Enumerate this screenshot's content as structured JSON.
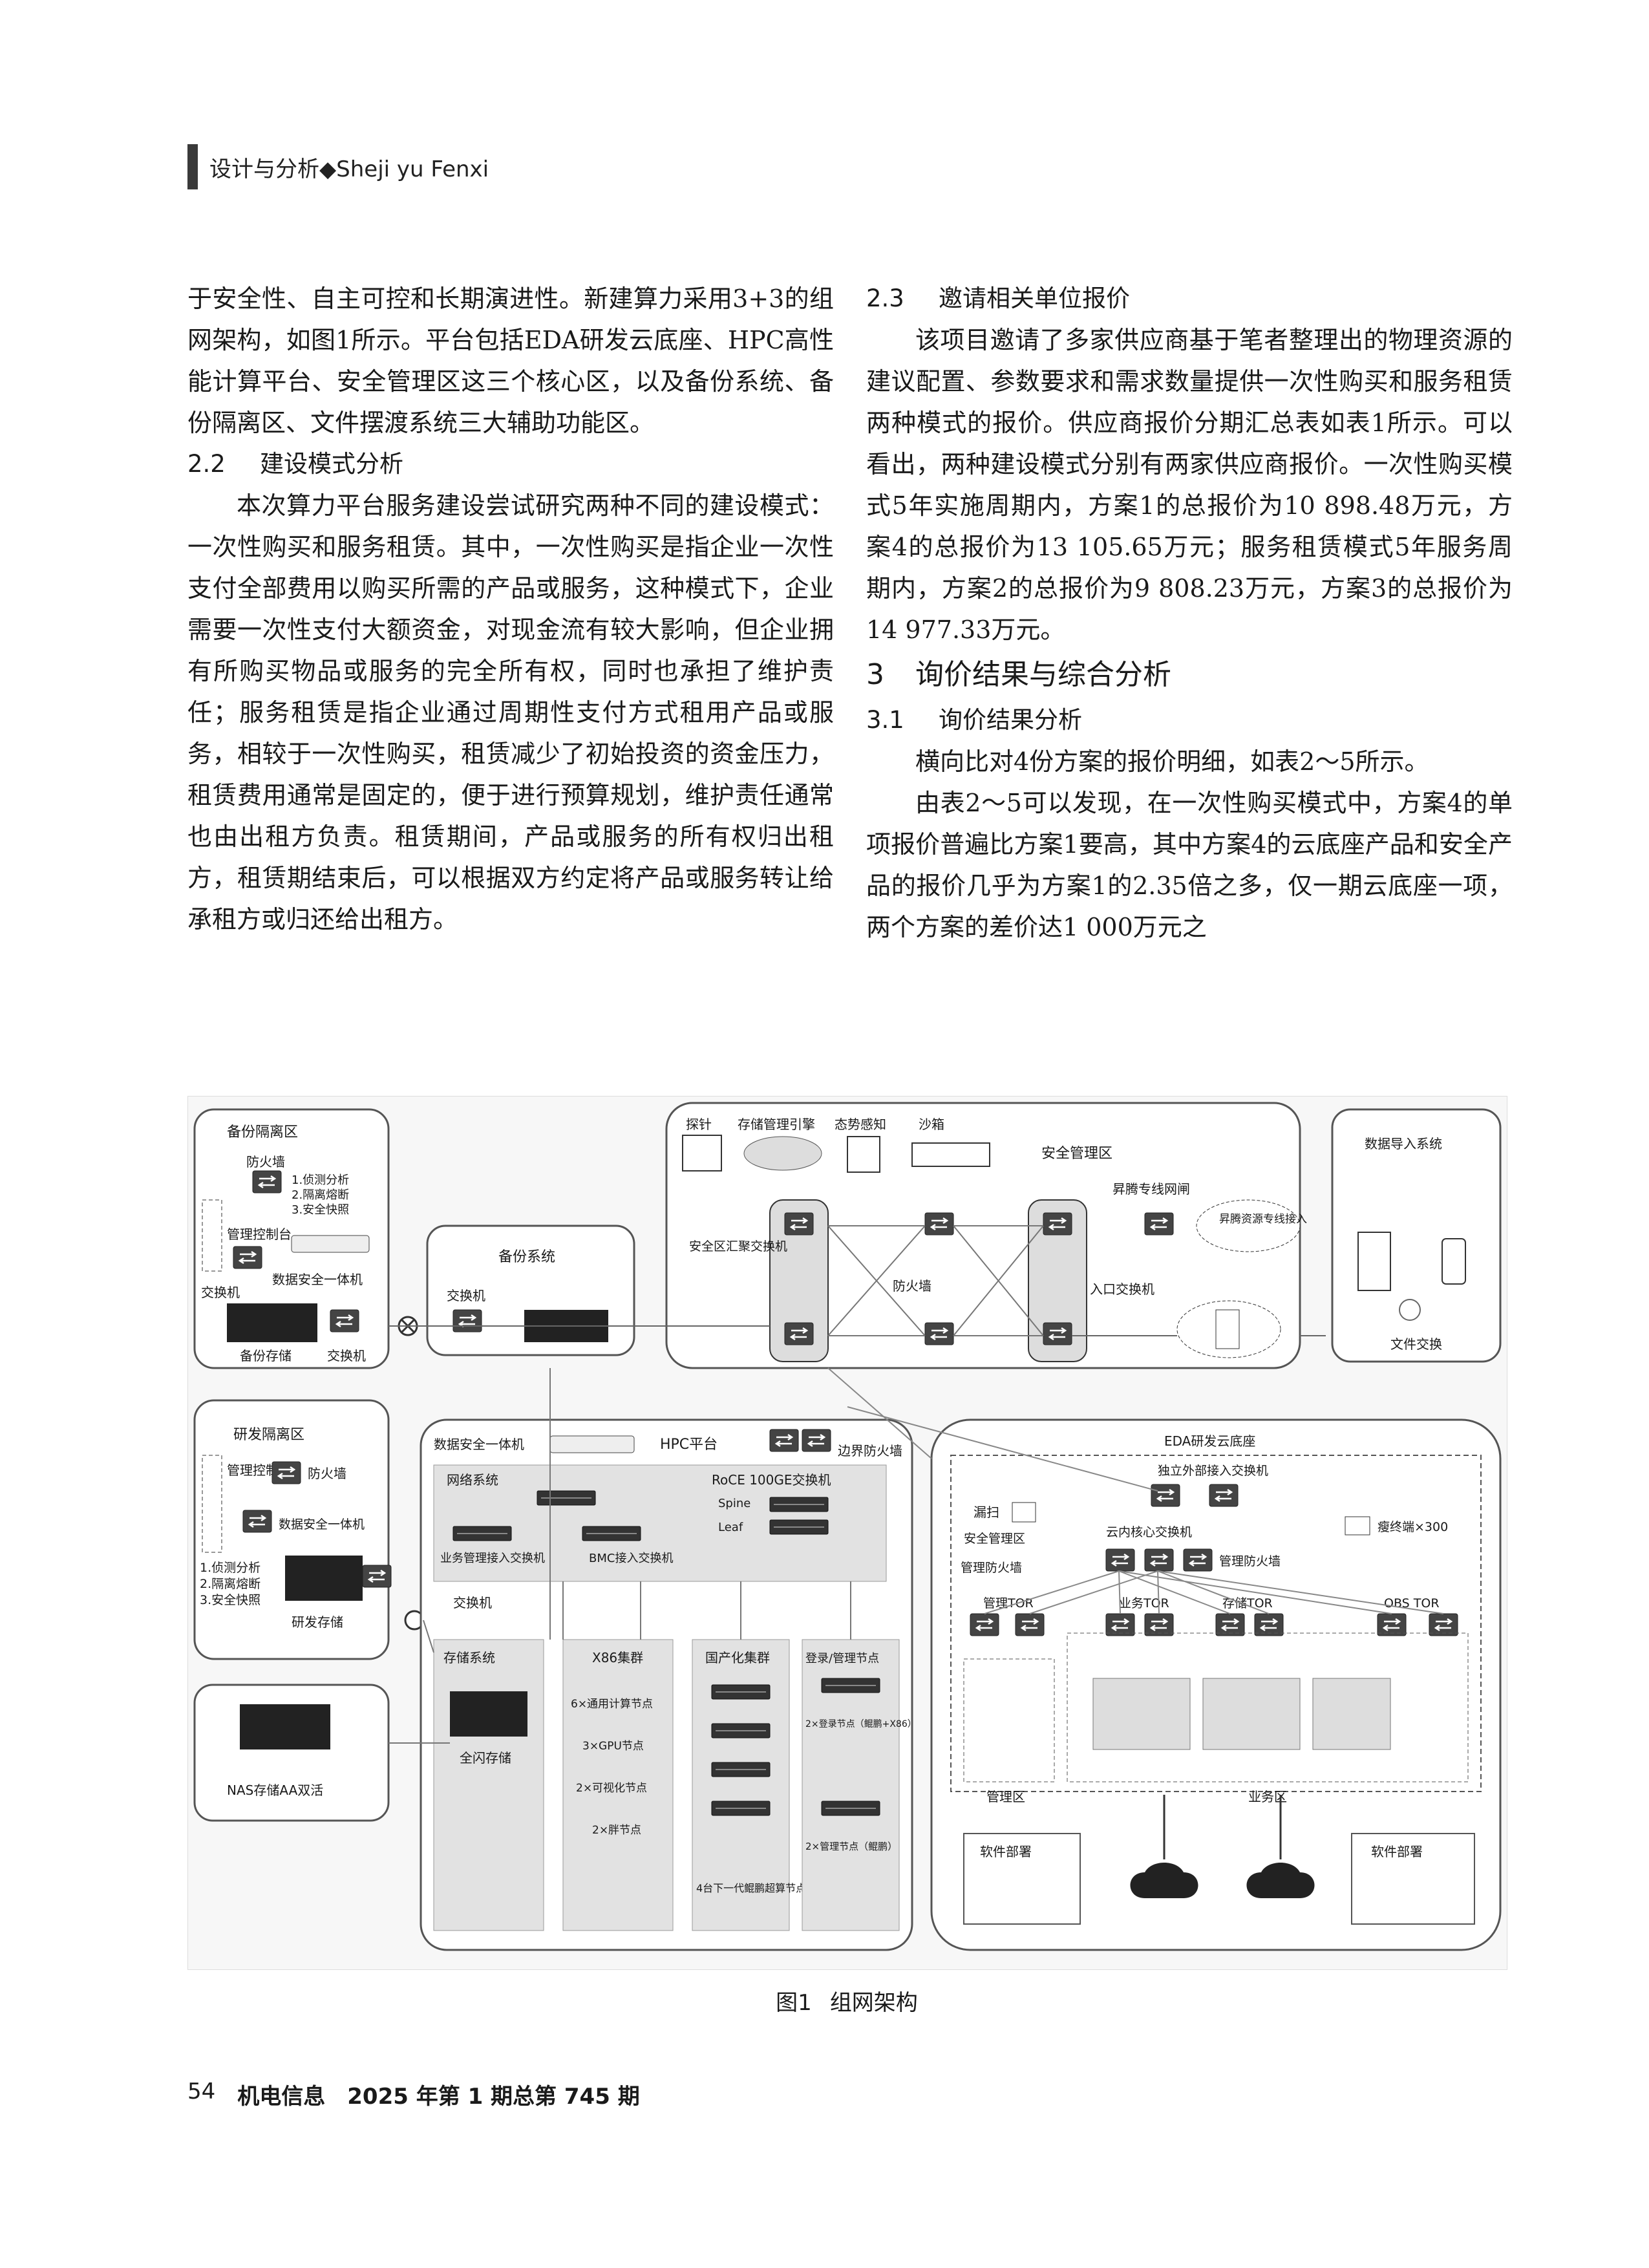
{
  "header": {
    "title": "设计与分析◆Sheji yu Fenxi"
  },
  "left_column": [
    {
      "type": "para",
      "indent": false,
      "text": "于安全性、自主可控和长期演进性。新建算力采用3+3的组网架构，如图1所示。平台包括EDA研发云底座、HPC高性能计算平台、安全管理区这三个核心区，以及备份系统、备份隔离区、文件摆渡系统三大辅助功能区。"
    },
    {
      "type": "h2",
      "num": "2.2",
      "text": "建设模式分析"
    },
    {
      "type": "para",
      "indent": true,
      "text": "本次算力平台服务建设尝试研究两种不同的建设模式：一次性购买和服务租赁。其中，一次性购买是指企业一次性支付全部费用以购买所需的产品或服务，这种模式下，企业需要一次性支付大额资金，对现金流有较大影响，但企业拥有所购买物品或服务的完全所有权，同时也承担了维护责任；服务租赁是指企业通过周期性支付方式租用产品或服务，相较于一次性购买，租赁减少了初始投资的资金压力，租赁费用通常是固定的，便于进行预算规划，维护责任通常也由出租方负责。租赁期间，产品或服务的所有权归出租方，租赁期结束后，可以根据双方约定将产品或服务转让给承租方或归还给出租方。"
    }
  ],
  "right_column": [
    {
      "type": "h2",
      "num": "2.3",
      "text": "邀请相关单位报价"
    },
    {
      "type": "para",
      "indent": true,
      "text": "该项目邀请了多家供应商基于笔者整理出的物理资源的建议配置、参数要求和需求数量提供一次性购买和服务租赁两种模式的报价。供应商报价分期汇总表如表1所示。可以看出，两种建设模式分别有两家供应商报价。一次性购买模式5年实施周期内，方案1的总报价为10 898.48万元，方案4的总报价为13 105.65万元；服务租赁模式5年服务周期内，方案2的总报价为9 808.23万元，方案3的总报价为14 977.33万元。"
    },
    {
      "type": "h1",
      "num": "3",
      "text": "询价结果与综合分析"
    },
    {
      "type": "h2",
      "num": "3.1",
      "text": "询价结果分析"
    },
    {
      "type": "para",
      "indent": true,
      "text": "横向比对4份方案的报价明细，如表2～5所示。"
    },
    {
      "type": "para",
      "indent": true,
      "text": "由表2～5可以发现，在一次性购买模式中，方案4的单项报价普遍比方案1要高，其中方案4的云底座产品和安全产品的报价几乎为方案1的2.35倍之多，仅一期云底座一项，两个方案的差价达1 000万元之"
    }
  ],
  "figure": {
    "caption_num": "图1",
    "caption_text": "组网架构",
    "labels": {
      "backup_iso": "备份隔离区",
      "firewall": "防火墙",
      "detect_list": [
        "1.侦测分析",
        "2.隔离熔断",
        "3.安全快照"
      ],
      "mgmt_console": "管理控制台",
      "data_sec": "数据安全一体机",
      "switch": "交换机",
      "backup_storage": "备份存储",
      "backup_sys": "备份系统",
      "probe": "探针",
      "storage_engine": "存储管理引擎",
      "situation": "态势感知",
      "sandbox": "沙箱",
      "sec_mgmt": "安全管理区",
      "sec_agg": "安全区汇聚交换机",
      "shengteng_gw": "昇腾专线网闸",
      "shengteng_access": "昇腾资源专线接入",
      "entry_switch": "入口交换机",
      "data_import": "数据导入系统",
      "file_exchange": "文件交换",
      "rnd_iso": "研发隔离区",
      "rnd_storage": "研发存储",
      "hpc": "HPC平台",
      "border_fw": "边界防火墙",
      "network_sys": "网络系统",
      "roce": "RoCE 100GE交换机",
      "spine": "Spine",
      "leaf": "Leaf",
      "biz_mgmt_switch": "业务管理接入交换机",
      "bmc_switch": "BMC接入交换机",
      "storage_sys": "存储系统",
      "all_flash": "全闪存储",
      "x86": "X86集群",
      "x86_items": [
        "6×通用计算节点",
        "3×GPU节点",
        "2×可视化节点",
        "2×胖节点"
      ],
      "domestic": "国产化集群",
      "domestic_item": "4台下一代鲲鹏超算节点",
      "login_mgmt": "登录/管理节点",
      "login_items": [
        "2×登录节点（鲲鹏+X86）",
        "2×管理节点（鲲鹏）"
      ],
      "nas": "NAS存储AA双活",
      "eda": "EDA研发云底座",
      "indep_access": "独立外部接入交换机",
      "leak_scan": "漏扫",
      "cloud_core": "云内核心交换机",
      "thin_client": "瘦终端×300",
      "mgmt_fw": "管理防火墙",
      "mgmt_tor": "管理TOR",
      "biz_tor": "业务TOR",
      "storage_tor": "存储TOR",
      "obs_tor": "OBS TOR",
      "mgmt_zone": "管理区",
      "biz_zone": "业务区",
      "sw_deploy": "软件部署"
    }
  },
  "footer": {
    "page": "54",
    "journal": "机电信息",
    "issue": "2025 年第 1 期总第 745 期"
  }
}
